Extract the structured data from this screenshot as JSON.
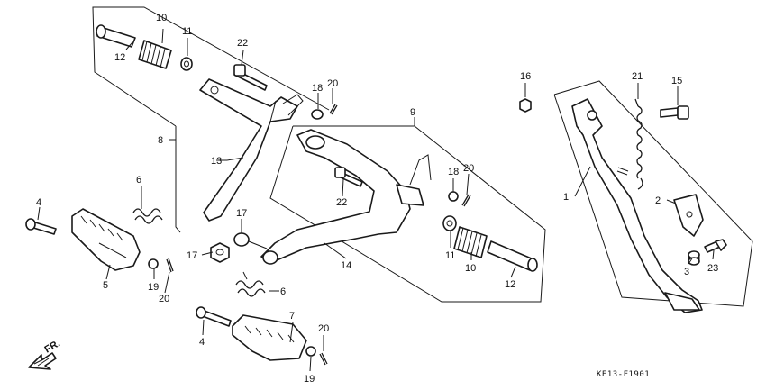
{
  "diagram": {
    "drawing_code": "KE13-F1901",
    "front_marker": "FR.",
    "callouts": {
      "c1": "1",
      "c2": "2",
      "c3": "3",
      "c4a": "4",
      "c4b": "4",
      "c5": "5",
      "c6a": "6",
      "c6b": "6",
      "c7": "7",
      "c8": "8",
      "c9": "9",
      "c10a": "10",
      "c10b": "10",
      "c11a": "11",
      "c11b": "11",
      "c12a": "12",
      "c12b": "12",
      "c13": "13",
      "c14": "14",
      "c15": "15",
      "c16": "16",
      "c17a": "17",
      "c17b": "17",
      "c18a": "18",
      "c18b": "18",
      "c19a": "19",
      "c19b": "19",
      "c20a": "20",
      "c20b": "20",
      "c20c": "20",
      "c20d": "20",
      "c21": "21",
      "c22a": "22",
      "c22b": "22",
      "c23": "23"
    }
  }
}
